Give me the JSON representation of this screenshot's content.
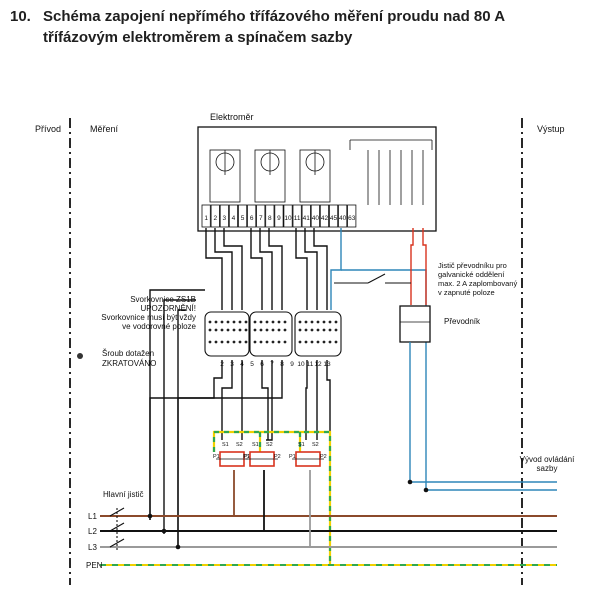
{
  "heading": {
    "number": "10.",
    "title": "Schéma zapojení nepřímého třífázového měření proudu nad 80 A třífázovým elektroměrem a spínačem sazby"
  },
  "zones": {
    "left": "Přívod",
    "middle": "Měření",
    "right": "Výstup"
  },
  "meter": {
    "label": "Elektroměr",
    "terminals": [
      "1",
      "2",
      "3",
      "4",
      "5",
      "6",
      "7",
      "8",
      "9",
      "10",
      "11",
      "41",
      "40",
      "42",
      "45",
      "40",
      "63"
    ]
  },
  "terminal_block": {
    "label_lines": [
      "Svorkovnice ZS1B",
      "UPOZORNĚNÍ!",
      "Svorkovnice musí být vždy",
      "ve vodorovné poloze"
    ],
    "bottom_numbers": [
      "2",
      "3",
      "4",
      "5",
      "6",
      "7",
      "8",
      "9",
      "10",
      "11",
      "12",
      "13"
    ]
  },
  "screw_note": [
    "Šroub dotažen",
    "ZKRATOVÁNO"
  ],
  "breaker_note": [
    "Jistič převodníku pro",
    "galvanické oddělení",
    "max. 2 A zaplombovaný",
    "v zapnuté poloze"
  ],
  "converter_label": "Převodník",
  "tariff_output": [
    "Vývod ovládání",
    "sazby"
  ],
  "main_breaker": "Hlavní jistič",
  "lines": [
    "L1",
    "L2",
    "L3",
    "PEN"
  ],
  "ct_labels": {
    "p1": "P1",
    "p2": "P2",
    "s1": "S1",
    "s2": "S2"
  },
  "colors": {
    "brown": "#8b4a2b",
    "black": "#111111",
    "grey": "#9a9a9a",
    "blue": "#2e86b8",
    "red": "#d9331e",
    "green": "#2fa84f",
    "yellow": "#f0d000"
  }
}
